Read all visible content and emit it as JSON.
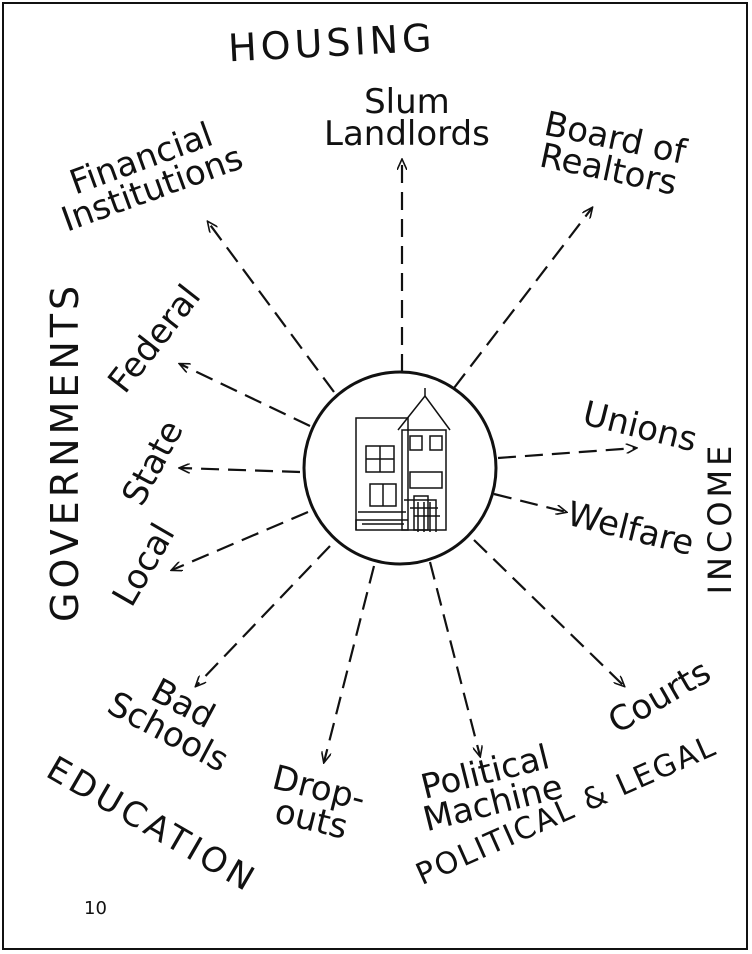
{
  "categories": {
    "housing": "HOUSING",
    "governments": "GOVERNMENTS",
    "income": "INCOME",
    "education": "EDUCATION",
    "political_legal": "POLITICAL & LEGAL"
  },
  "items": {
    "financial_1": "Financial",
    "financial_2": "Institutions",
    "slum_1": "Slum",
    "slum_2": "Landlords",
    "realtors_1": "Board of",
    "realtors_2": "Realtors",
    "federal": "Federal",
    "state": "State",
    "local": "Local",
    "unions": "Unions",
    "welfare": "Welfare",
    "bad_schools_1": "Bad",
    "bad_schools_2": "Schools",
    "dropouts_1": "Drop-",
    "dropouts_2": "outs",
    "political_machine_1": "Political",
    "political_machine_2": "Machine",
    "courts": "Courts"
  },
  "page_number": "10",
  "center_icon": "house-icon"
}
